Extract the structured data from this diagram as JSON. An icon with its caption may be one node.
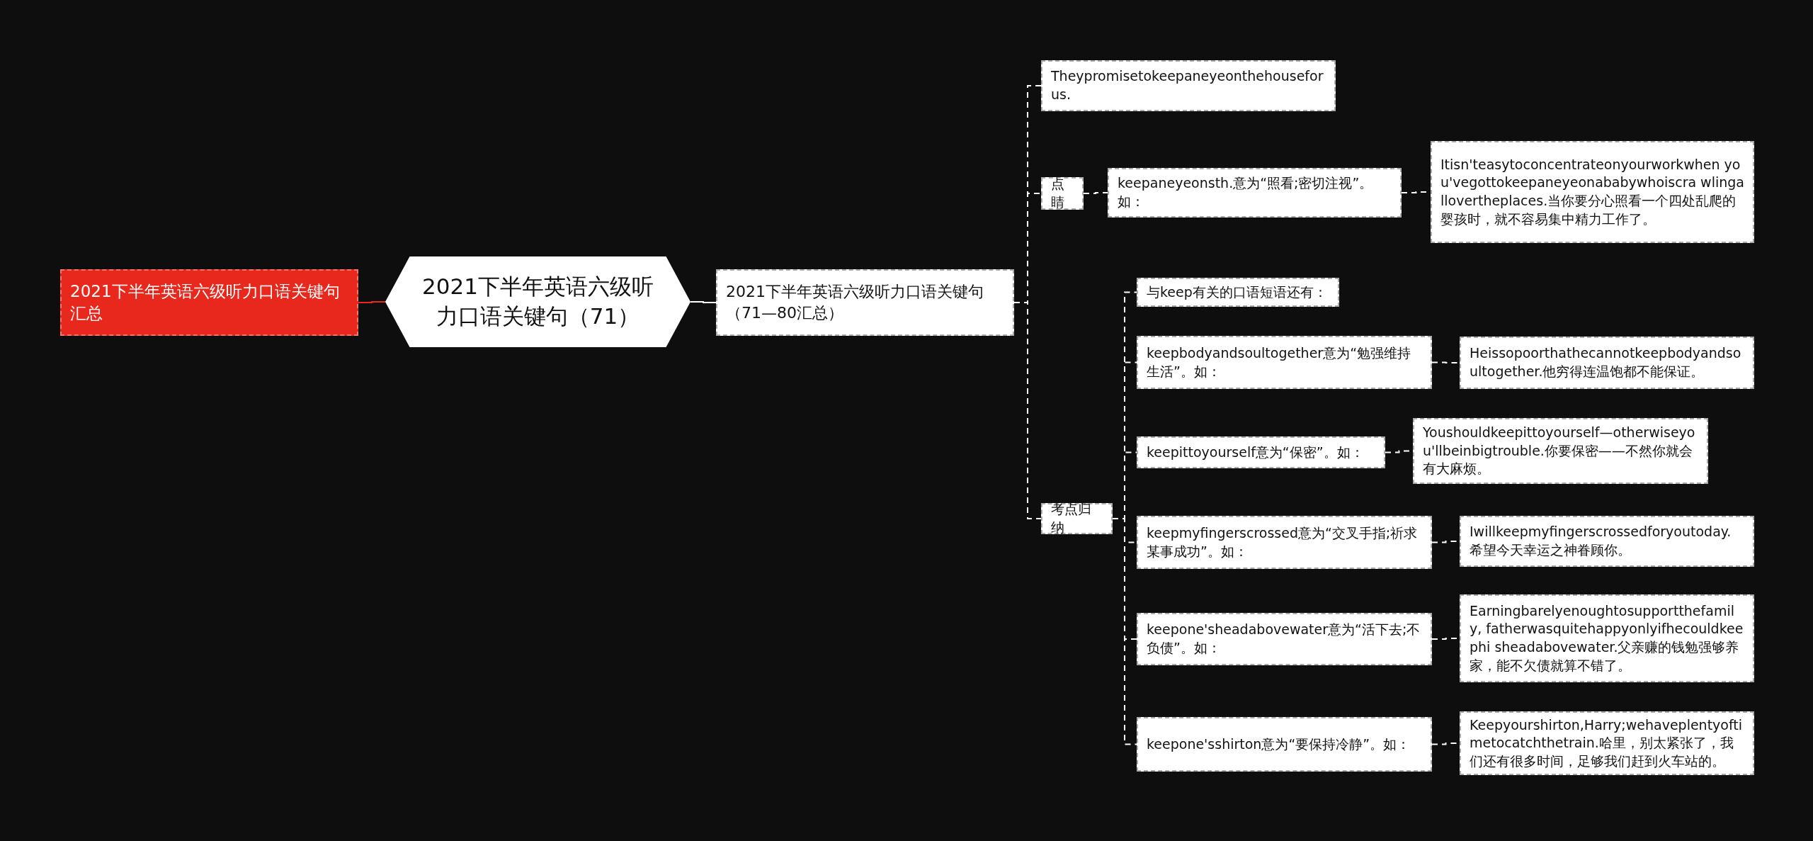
{
  "diagram": {
    "nodes": [
      {
        "text": [
          "2021下半年英语六级听力口语关键句汇总"
        ]
      },
      {
        "text": [
          "2021下半年英语六级听力口语关键句（71）"
        ]
      },
      {
        "text": [
          "2021下半年英语六级听力口语关键句（71—80汇总）"
        ]
      },
      {
        "text": [
          "Theypromisetokeepaneyeonthehousefor us."
        ]
      },
      {
        "text": [
          "点睛"
        ]
      },
      {
        "text": [
          "keepaneyeonsth.意为“照看;密切注视”。如："
        ]
      },
      {
        "text": [
          "Itisn'teasytoconcentrateonyourworkwhen you'vegottokeepaneyeonababywhoiscra wlingallovertheplaces.当你要分心照看一个四处乱爬的婴孩时，就不容易集中精力工作了。"
        ]
      },
      {
        "text": [
          "考点归纳"
        ]
      },
      {
        "text": [
          "与keep有关的口语短语还有："
        ]
      },
      {
        "text": [
          "keepbodyandsoultogether意为“勉强维持生活”。如："
        ]
      },
      {
        "text": [
          "Heissopoorthathecannotkeepbodyandso ultogether.他穷得连温饱都不能保证。"
        ]
      },
      {
        "text": [
          "keepittoyourself意为“保密”。如："
        ]
      },
      {
        "text": [
          "Youshouldkeepittoyourself—otherwiseyo u'llbeinbigtrouble.你要保密——不然你就会有大麻烦。"
        ]
      },
      {
        "text": [
          "keepmyfingerscrossed意为“交叉手指;祈求某事成功”。如："
        ]
      },
      {
        "text": [
          "Iwillkeepmyfingerscrossedforyoutoday.希望今天幸运之神眷顾你。"
        ]
      },
      {
        "text": [
          "keepone'sheadabovewater意为“活下去;不负债”。如："
        ]
      },
      {
        "text": [
          "Earningbarelyenoughtosupportthefamily, fatherwasquitehappyonlyifhecouldkeephi sheadabovewater.父亲赚的钱勉强够养家，能不欠债就算不错了。"
        ]
      },
      {
        "text": [
          "keepone'sshirton意为“要保持冷静”。如："
        ]
      },
      {
        "text": [
          "Keepyourshirton,Harry;wehaveplentyofti metocatchthetrain.哈里，别太紧张了，我们还有很多时间，足够我们赶到火车站的。"
        ]
      }
    ],
    "edges": [
      {
        "from": 1,
        "to": 0,
        "arrow": "none",
        "color": "#e8281c"
      },
      {
        "from": 1,
        "to": 2,
        "arrow": "none"
      },
      {
        "from": 2,
        "to": 3,
        "arrow": "none",
        "style": "dashed"
      },
      {
        "from": 2,
        "to": 4,
        "arrow": "none",
        "style": "dashed"
      },
      {
        "from": 2,
        "to": 7,
        "arrow": "none",
        "style": "dashed"
      },
      {
        "from": 4,
        "to": 5,
        "arrow": "none",
        "style": "dashed"
      },
      {
        "from": 5,
        "to": 6,
        "arrow": "none",
        "style": "dashed"
      },
      {
        "from": 7,
        "to": 8,
        "arrow": "none",
        "style": "dashed"
      },
      {
        "from": 7,
        "to": 9,
        "arrow": "none",
        "style": "dashed"
      },
      {
        "from": 7,
        "to": 11,
        "arrow": "none",
        "style": "dashed"
      },
      {
        "from": 7,
        "to": 13,
        "arrow": "none",
        "style": "dashed"
      },
      {
        "from": 7,
        "to": 15,
        "arrow": "none",
        "style": "dashed"
      },
      {
        "from": 7,
        "to": 17,
        "arrow": "none",
        "style": "dashed"
      },
      {
        "from": 9,
        "to": 10,
        "arrow": "none",
        "style": "dashed"
      },
      {
        "from": 11,
        "to": 12,
        "arrow": "none",
        "style": "dashed"
      },
      {
        "from": 13,
        "to": 14,
        "arrow": "none",
        "style": "dashed"
      },
      {
        "from": 15,
        "to": 16,
        "arrow": "none",
        "style": "dashed"
      },
      {
        "from": 17,
        "to": 18,
        "arrow": "none",
        "style": "dashed"
      }
    ]
  }
}
